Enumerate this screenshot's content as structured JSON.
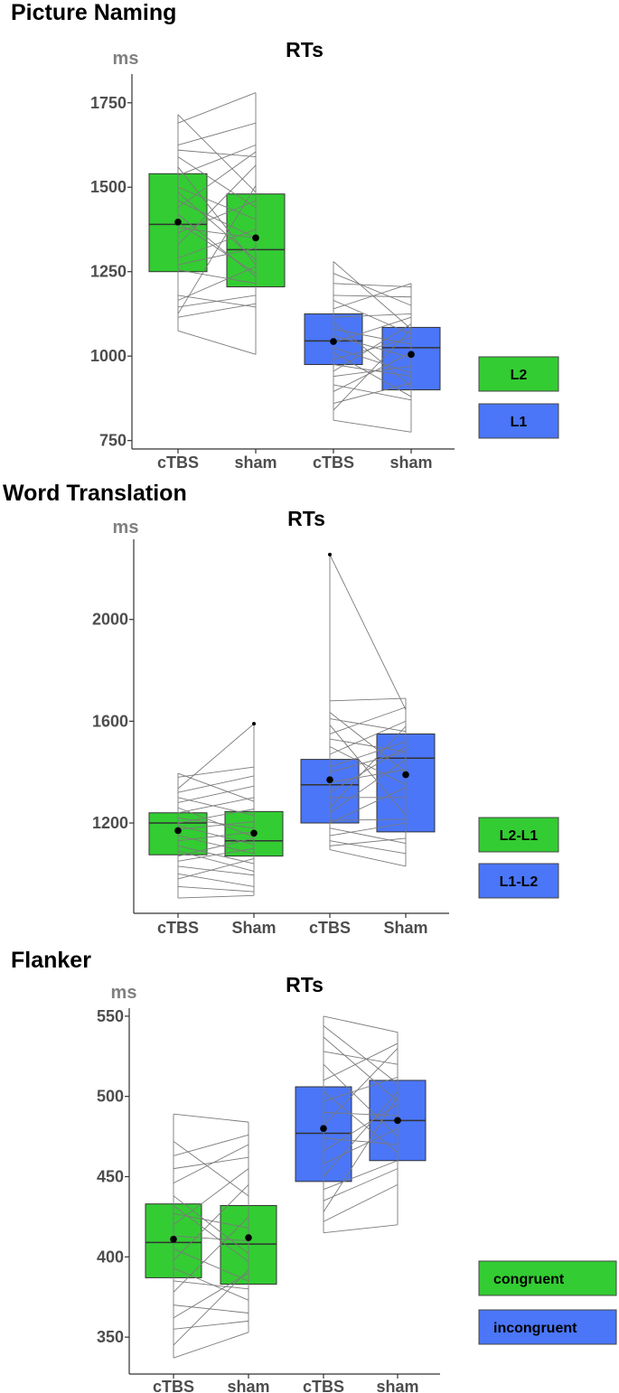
{
  "colors": {
    "green": "#33cc33",
    "blue": "#4a76f7",
    "line": "#7a7a7a",
    "axis": "#333333"
  },
  "chart_data": [
    {
      "type": "box",
      "panel_title": "Picture Naming",
      "title": "RTs",
      "unit": "ms",
      "yticks": [
        750,
        1000,
        1250,
        1500,
        1750
      ],
      "ylim": [
        725,
        1835
      ],
      "categories": [
        "cTBS",
        "sham",
        "cTBS",
        "sham"
      ],
      "legend": [
        {
          "label": "L2",
          "color": "#33cc33"
        },
        {
          "label": "L1",
          "color": "#4a76f7"
        }
      ],
      "boxes": [
        {
          "category": "cTBS",
          "group": "L2",
          "q1": 1250,
          "median": 1390,
          "q3": 1540,
          "mean": 1397,
          "min": 1075,
          "max": 1715
        },
        {
          "category": "sham",
          "group": "L2",
          "q1": 1205,
          "median": 1315,
          "q3": 1480,
          "mean": 1350,
          "min": 1005,
          "max": 1780
        },
        {
          "category": "cTBS",
          "group": "L1",
          "q1": 975,
          "median": 1045,
          "q3": 1125,
          "mean": 1043,
          "min": 810,
          "max": 1280
        },
        {
          "category": "sham",
          "group": "L1",
          "q1": 900,
          "median": 1025,
          "q3": 1085,
          "mean": 1005,
          "min": 775,
          "max": 1215
        }
      ],
      "pairs": [
        [
          [
            1715,
            1485
          ],
          [
            1690,
            1780
          ],
          [
            1625,
            1690
          ],
          [
            1610,
            1590
          ],
          [
            1590,
            1440
          ],
          [
            1560,
            1270
          ],
          [
            1535,
            1625
          ],
          [
            1500,
            1405
          ],
          [
            1485,
            1285
          ],
          [
            1460,
            1350
          ],
          [
            1440,
            1605
          ],
          [
            1420,
            1235
          ],
          [
            1395,
            1245
          ],
          [
            1380,
            1350
          ],
          [
            1365,
            1460
          ],
          [
            1330,
            1565
          ],
          [
            1290,
            1375
          ],
          [
            1270,
            1320
          ],
          [
            1255,
            1215
          ],
          [
            1180,
            1145
          ],
          [
            1165,
            1265
          ],
          [
            1145,
            1180
          ],
          [
            1125,
            1505
          ],
          [
            1115,
            1155
          ],
          [
            1075,
            1005
          ]
        ],
        [
          [
            1280,
            1080
          ],
          [
            1245,
            1150
          ],
          [
            1215,
            1205
          ],
          [
            1180,
            1175
          ],
          [
            1165,
            1065
          ],
          [
            1140,
            1215
          ],
          [
            1115,
            1125
          ],
          [
            1100,
            910
          ],
          [
            1080,
            1035
          ],
          [
            1060,
            995
          ],
          [
            1040,
            1115
          ],
          [
            1025,
            950
          ],
          [
            1010,
            880
          ],
          [
            990,
            1055
          ],
          [
            975,
            940
          ],
          [
            955,
            1095
          ],
          [
            940,
            970
          ],
          [
            915,
            870
          ],
          [
            895,
            1010
          ],
          [
            860,
            920
          ],
          [
            840,
            1080
          ],
          [
            810,
            775
          ]
        ]
      ]
    },
    {
      "type": "box",
      "panel_title": "Word Translation",
      "title": "RTs",
      "unit": "ms",
      "yticks": [
        1200,
        1600,
        2000
      ],
      "ylim": [
        845,
        2315
      ],
      "categories": [
        "cTBS",
        "Sham",
        "cTBS",
        "Sham"
      ],
      "legend": [
        {
          "label": "L2-L1",
          "color": "#33cc33"
        },
        {
          "label": "L1-L2",
          "color": "#4a76f7"
        }
      ],
      "boxes": [
        {
          "category": "cTBS",
          "group": "L2-L1",
          "q1": 1075,
          "median": 1200,
          "q3": 1240,
          "mean": 1170,
          "min": 905,
          "max": 1395
        },
        {
          "category": "Sham",
          "group": "L2-L1",
          "q1": 1070,
          "median": 1130,
          "q3": 1245,
          "mean": 1160,
          "min": 915,
          "max": 1430,
          "outlier": 1590
        },
        {
          "category": "cTBS",
          "group": "L1-L2",
          "q1": 1200,
          "median": 1350,
          "q3": 1450,
          "mean": 1370,
          "min": 1095,
          "max": 1680,
          "outlier": 2255
        },
        {
          "category": "Sham",
          "group": "L1-L2",
          "q1": 1165,
          "median": 1455,
          "q3": 1550,
          "mean": 1390,
          "min": 1030,
          "max": 1690
        }
      ],
      "pairs": [
        [
          [
            1395,
            1285
          ],
          [
            1380,
            1420
          ],
          [
            1335,
            1590
          ],
          [
            1320,
            1385
          ],
          [
            1300,
            1230
          ],
          [
            1280,
            1345
          ],
          [
            1260,
            1145
          ],
          [
            1240,
            1300
          ],
          [
            1220,
            1180
          ],
          [
            1200,
            1255
          ],
          [
            1190,
            1115
          ],
          [
            1175,
            1205
          ],
          [
            1150,
            1080
          ],
          [
            1130,
            1165
          ],
          [
            1110,
            1040
          ],
          [
            1090,
            1010
          ],
          [
            1070,
            1140
          ],
          [
            1050,
            1100
          ],
          [
            1030,
            995
          ],
          [
            1000,
            950
          ],
          [
            980,
            1060
          ],
          [
            950,
            930
          ],
          [
            905,
            915
          ]
        ],
        [
          [
            2255,
            1645
          ],
          [
            1680,
            1690
          ],
          [
            1635,
            1400
          ],
          [
            1610,
            1560
          ],
          [
            1585,
            1230
          ],
          [
            1550,
            1655
          ],
          [
            1530,
            1480
          ],
          [
            1500,
            1350
          ],
          [
            1470,
            1600
          ],
          [
            1420,
            1520
          ],
          [
            1400,
            1480
          ],
          [
            1360,
            1410
          ],
          [
            1320,
            1500
          ],
          [
            1300,
            1300
          ],
          [
            1260,
            1580
          ],
          [
            1240,
            1450
          ],
          [
            1210,
            1215
          ],
          [
            1200,
            1340
          ],
          [
            1180,
            1120
          ],
          [
            1150,
            1200
          ],
          [
            1130,
            1080
          ],
          [
            1110,
            1140
          ],
          [
            1095,
            1030
          ]
        ]
      ]
    },
    {
      "type": "box",
      "panel_title": "Flanker",
      "title": "RTs",
      "unit": "ms",
      "yticks": [
        350,
        400,
        450,
        500,
        550
      ],
      "ylim": [
        327,
        555
      ],
      "categories": [
        "cTBS",
        "sham",
        "cTBS",
        "sham"
      ],
      "legend": [
        {
          "label": "congruent",
          "color": "#33cc33"
        },
        {
          "label": "incongruent",
          "color": "#4a76f7"
        }
      ],
      "boxes": [
        {
          "category": "cTBS",
          "group": "congruent",
          "q1": 387,
          "median": 409,
          "q3": 433,
          "mean": 411,
          "min": 337,
          "max": 489
        },
        {
          "category": "sham",
          "group": "congruent",
          "q1": 383,
          "median": 408,
          "q3": 432,
          "mean": 412,
          "min": 353,
          "max": 491
        },
        {
          "category": "cTBS",
          "group": "incongruent",
          "q1": 447,
          "median": 477,
          "q3": 506,
          "mean": 480,
          "min": 415,
          "max": 550
        },
        {
          "category": "sham",
          "group": "incongruent",
          "q1": 460,
          "median": 485,
          "q3": 510,
          "mean": 485,
          "min": 420,
          "max": 540
        }
      ],
      "pairs": [
        [
          [
            489,
            484
          ],
          [
            472,
            438
          ],
          [
            463,
            476
          ],
          [
            455,
            462
          ],
          [
            446,
            470
          ],
          [
            438,
            402
          ],
          [
            432,
            397
          ],
          [
            427,
            418
          ],
          [
            420,
            455
          ],
          [
            413,
            410
          ],
          [
            405,
            385
          ],
          [
            398,
            445
          ],
          [
            393,
            373
          ],
          [
            385,
            380
          ],
          [
            378,
            425
          ],
          [
            370,
            365
          ],
          [
            362,
            390
          ],
          [
            355,
            360
          ],
          [
            345,
            392
          ],
          [
            337,
            353
          ]
        ],
        [
          [
            550,
            540
          ],
          [
            544,
            508
          ],
          [
            537,
            497
          ],
          [
            528,
            520
          ],
          [
            520,
            475
          ],
          [
            510,
            533
          ],
          [
            503,
            465
          ],
          [
            497,
            512
          ],
          [
            490,
            488
          ],
          [
            482,
            530
          ],
          [
            474,
            470
          ],
          [
            466,
            495
          ],
          [
            458,
            480
          ],
          [
            450,
            503
          ],
          [
            442,
            460
          ],
          [
            435,
            455
          ],
          [
            428,
            500
          ],
          [
            422,
            445
          ],
          [
            415,
            420
          ]
        ]
      ]
    }
  ]
}
